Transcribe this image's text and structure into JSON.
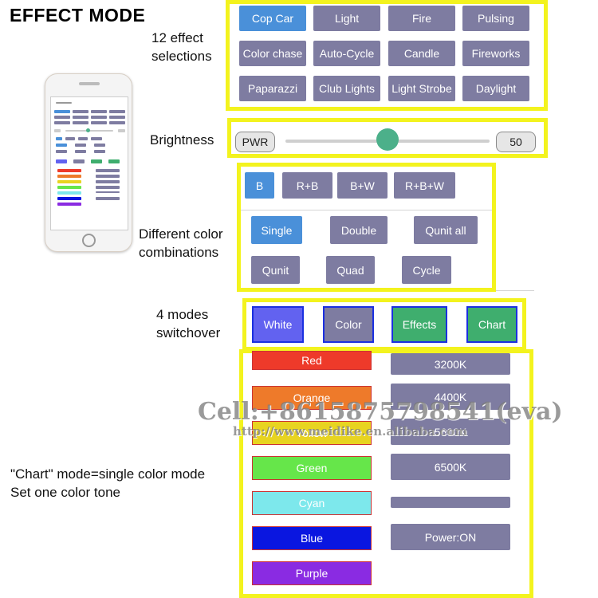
{
  "title": "EFFECT MODE",
  "labels": {
    "effects_1": "12 effect",
    "effects_2": "selections",
    "brightness": "Brightness",
    "combos_1": "Different color",
    "combos_2": "combinations",
    "modes_1": "4 modes",
    "modes_2": "switchover",
    "chart_1": "\"Chart\" mode=single color mode",
    "chart_2": "Set one color tone"
  },
  "effects": [
    "Cop Car",
    "Light",
    "Fire",
    "Pulsing",
    "Color chase",
    "Auto-Cycle",
    "Candle",
    "Fireworks",
    "Paparazzi",
    "Club Lights",
    "Light Strobe",
    "Daylight"
  ],
  "brightness": {
    "pwr_label": "PWR",
    "value": "50",
    "level": 0.5
  },
  "channels": [
    "B",
    "R+B",
    "B+W",
    "R+B+W"
  ],
  "patterns": [
    "Single",
    "Double",
    "Qunit all",
    "Qunit",
    "Quad",
    "Cycle"
  ],
  "modes": [
    "White",
    "Color",
    "Effects",
    "Chart"
  ],
  "colors": [
    "Red",
    "Orange",
    "Yellow",
    "Green",
    "Cyan",
    "Blue",
    "Purple"
  ],
  "temps": [
    "3200K",
    "4400K",
    "5600K",
    "6500K",
    "",
    "Power:ON"
  ],
  "watermark": {
    "line1": "Cell:+8615875798541(eva)",
    "line2": "http://www.meidike.en.alibaba.com"
  },
  "palette": {
    "yellow_frame": "#f3f31e",
    "button_gray": "#7e7ca1",
    "button_blue": "#4a90d9",
    "mode_white": "#6262f0",
    "mode_color": "#7e7ca1",
    "mode_green": "#3fae6e",
    "mode_border": "#1b2fe0",
    "red": "#ee3a2a",
    "orange": "#ee7a2a",
    "yellow": "#e8d420",
    "green": "#66e64a",
    "cyan": "#7de8ec",
    "blue": "#0a16e0",
    "purple": "#8a2be2"
  }
}
